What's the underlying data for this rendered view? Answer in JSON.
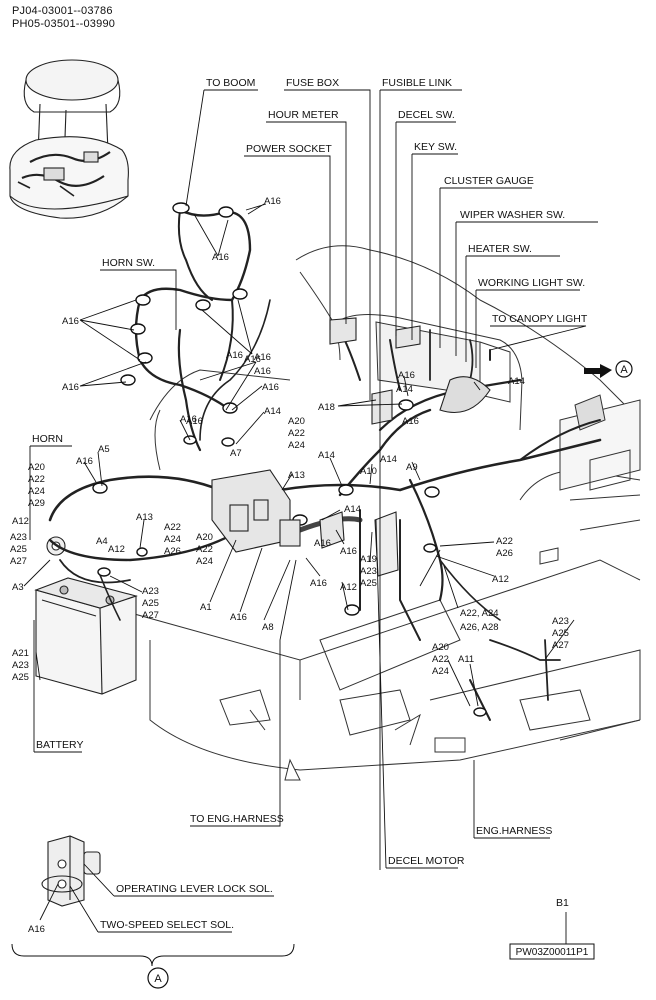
{
  "serial_ranges": [
    "PJ04-03001--03786",
    "PH05-03501--03990"
  ],
  "callouts": {
    "to_boom": "TO BOOM",
    "fuse_box": "FUSE BOX",
    "fusible_link": "FUSIBLE LINK",
    "hour_meter": "HOUR METER",
    "decel_sw": "DECEL SW.",
    "power_socket": "POWER SOCKET",
    "key_sw": "KEY SW.",
    "cluster_gauge": "CLUSTER GAUGE",
    "wiper_washer_sw": "WIPER WASHER SW.",
    "horn_sw": "HORN SW.",
    "heater_sw": "HEATER SW.",
    "working_light_sw": "WORKING LIGHT SW.",
    "to_canopy_light": "TO CANOPY LIGHT",
    "horn": "HORN",
    "battery": "BATTERY",
    "to_eng_harness": "TO ENG.HARNESS",
    "eng_harness": "ENG.HARNESS",
    "decel_motor": "DECEL MOTOR",
    "operating_lever_lock_sol": "OPERATING LEVER LOCK SOL.",
    "two_speed_select_sol": "TWO-SPEED SELECT SOL."
  },
  "detail_marker": "A",
  "sheet_label": "B1",
  "drawing_number": "PW03Z00011P1",
  "part_labels": [
    {
      "id": "l1",
      "text": "A16"
    },
    {
      "id": "l2",
      "text": "A16"
    },
    {
      "id": "l3",
      "text": "A16"
    },
    {
      "id": "l4",
      "text": "A16"
    },
    {
      "id": "l5",
      "text": "A16"
    },
    {
      "id": "l6",
      "text": "A16"
    },
    {
      "id": "l7",
      "text": "A16"
    },
    {
      "id": "l8",
      "text": "A16"
    },
    {
      "id": "l9",
      "text": "A14"
    },
    {
      "id": "l10",
      "text": "A18"
    },
    {
      "id": "l11",
      "text": "A16"
    },
    {
      "id": "l12",
      "text": "A14"
    },
    {
      "id": "l13",
      "text": "A16"
    },
    {
      "id": "l14",
      "text": "A14"
    },
    {
      "id": "l15",
      "text": "A20"
    },
    {
      "id": "l16",
      "text": "A22"
    },
    {
      "id": "l17",
      "text": "A24"
    },
    {
      "id": "l18",
      "text": "A7"
    },
    {
      "id": "l19",
      "text": "A5"
    },
    {
      "id": "l20",
      "text": "A16"
    },
    {
      "id": "l21",
      "text": "A20"
    },
    {
      "id": "l22",
      "text": "A22"
    },
    {
      "id": "l23",
      "text": "A24"
    },
    {
      "id": "l24",
      "text": "A29"
    },
    {
      "id": "l25",
      "text": "A12"
    },
    {
      "id": "l26",
      "text": "A23"
    },
    {
      "id": "l27",
      "text": "A25"
    },
    {
      "id": "l28",
      "text": "A27"
    },
    {
      "id": "l29",
      "text": "A4"
    },
    {
      "id": "l30",
      "text": "A12"
    },
    {
      "id": "l31",
      "text": "A13"
    },
    {
      "id": "l32",
      "text": "A22"
    },
    {
      "id": "l33",
      "text": "A24"
    },
    {
      "id": "l34",
      "text": "A26"
    },
    {
      "id": "l35",
      "text": "A13"
    },
    {
      "id": "l36",
      "text": "A20"
    },
    {
      "id": "l37",
      "text": "A22"
    },
    {
      "id": "l38",
      "text": "A24"
    },
    {
      "id": "l39",
      "text": "A14"
    },
    {
      "id": "l40",
      "text": "A10"
    },
    {
      "id": "l41",
      "text": "A14"
    },
    {
      "id": "l42",
      "text": "A9"
    },
    {
      "id": "l43",
      "text": "A14"
    },
    {
      "id": "l44",
      "text": "A16"
    },
    {
      "id": "l45",
      "text": "A19"
    },
    {
      "id": "l46",
      "text": "A23"
    },
    {
      "id": "l47",
      "text": "A25"
    },
    {
      "id": "l48",
      "text": "A22"
    },
    {
      "id": "l49",
      "text": "A26"
    },
    {
      "id": "l50",
      "text": "A3"
    },
    {
      "id": "l51",
      "text": "A23"
    },
    {
      "id": "l52",
      "text": "A25"
    },
    {
      "id": "l53",
      "text": "A27"
    },
    {
      "id": "l54",
      "text": "A1"
    },
    {
      "id": "l55",
      "text": "A16"
    },
    {
      "id": "l56",
      "text": "A8"
    },
    {
      "id": "l57",
      "text": "A16"
    },
    {
      "id": "l58",
      "text": "A12"
    },
    {
      "id": "l59",
      "text": "A12"
    },
    {
      "id": "l60",
      "text": "A22, A24"
    },
    {
      "id": "l61",
      "text": "A26, A28"
    },
    {
      "id": "l62",
      "text": "A21"
    },
    {
      "id": "l63",
      "text": "A23"
    },
    {
      "id": "l64",
      "text": "A25"
    },
    {
      "id": "l65",
      "text": "A23"
    },
    {
      "id": "l66",
      "text": "A25"
    },
    {
      "id": "l67",
      "text": "A27"
    },
    {
      "id": "l68",
      "text": "A20"
    },
    {
      "id": "l69",
      "text": "A22"
    },
    {
      "id": "l70",
      "text": "A24"
    },
    {
      "id": "l71",
      "text": "A11"
    },
    {
      "id": "l72",
      "text": "A16"
    },
    {
      "id": "l73",
      "text": "A16"
    },
    {
      "id": "l74",
      "text": "A16"
    },
    {
      "id": "l75",
      "text": "A16"
    },
    {
      "id": "l76",
      "text": "A16"
    }
  ]
}
